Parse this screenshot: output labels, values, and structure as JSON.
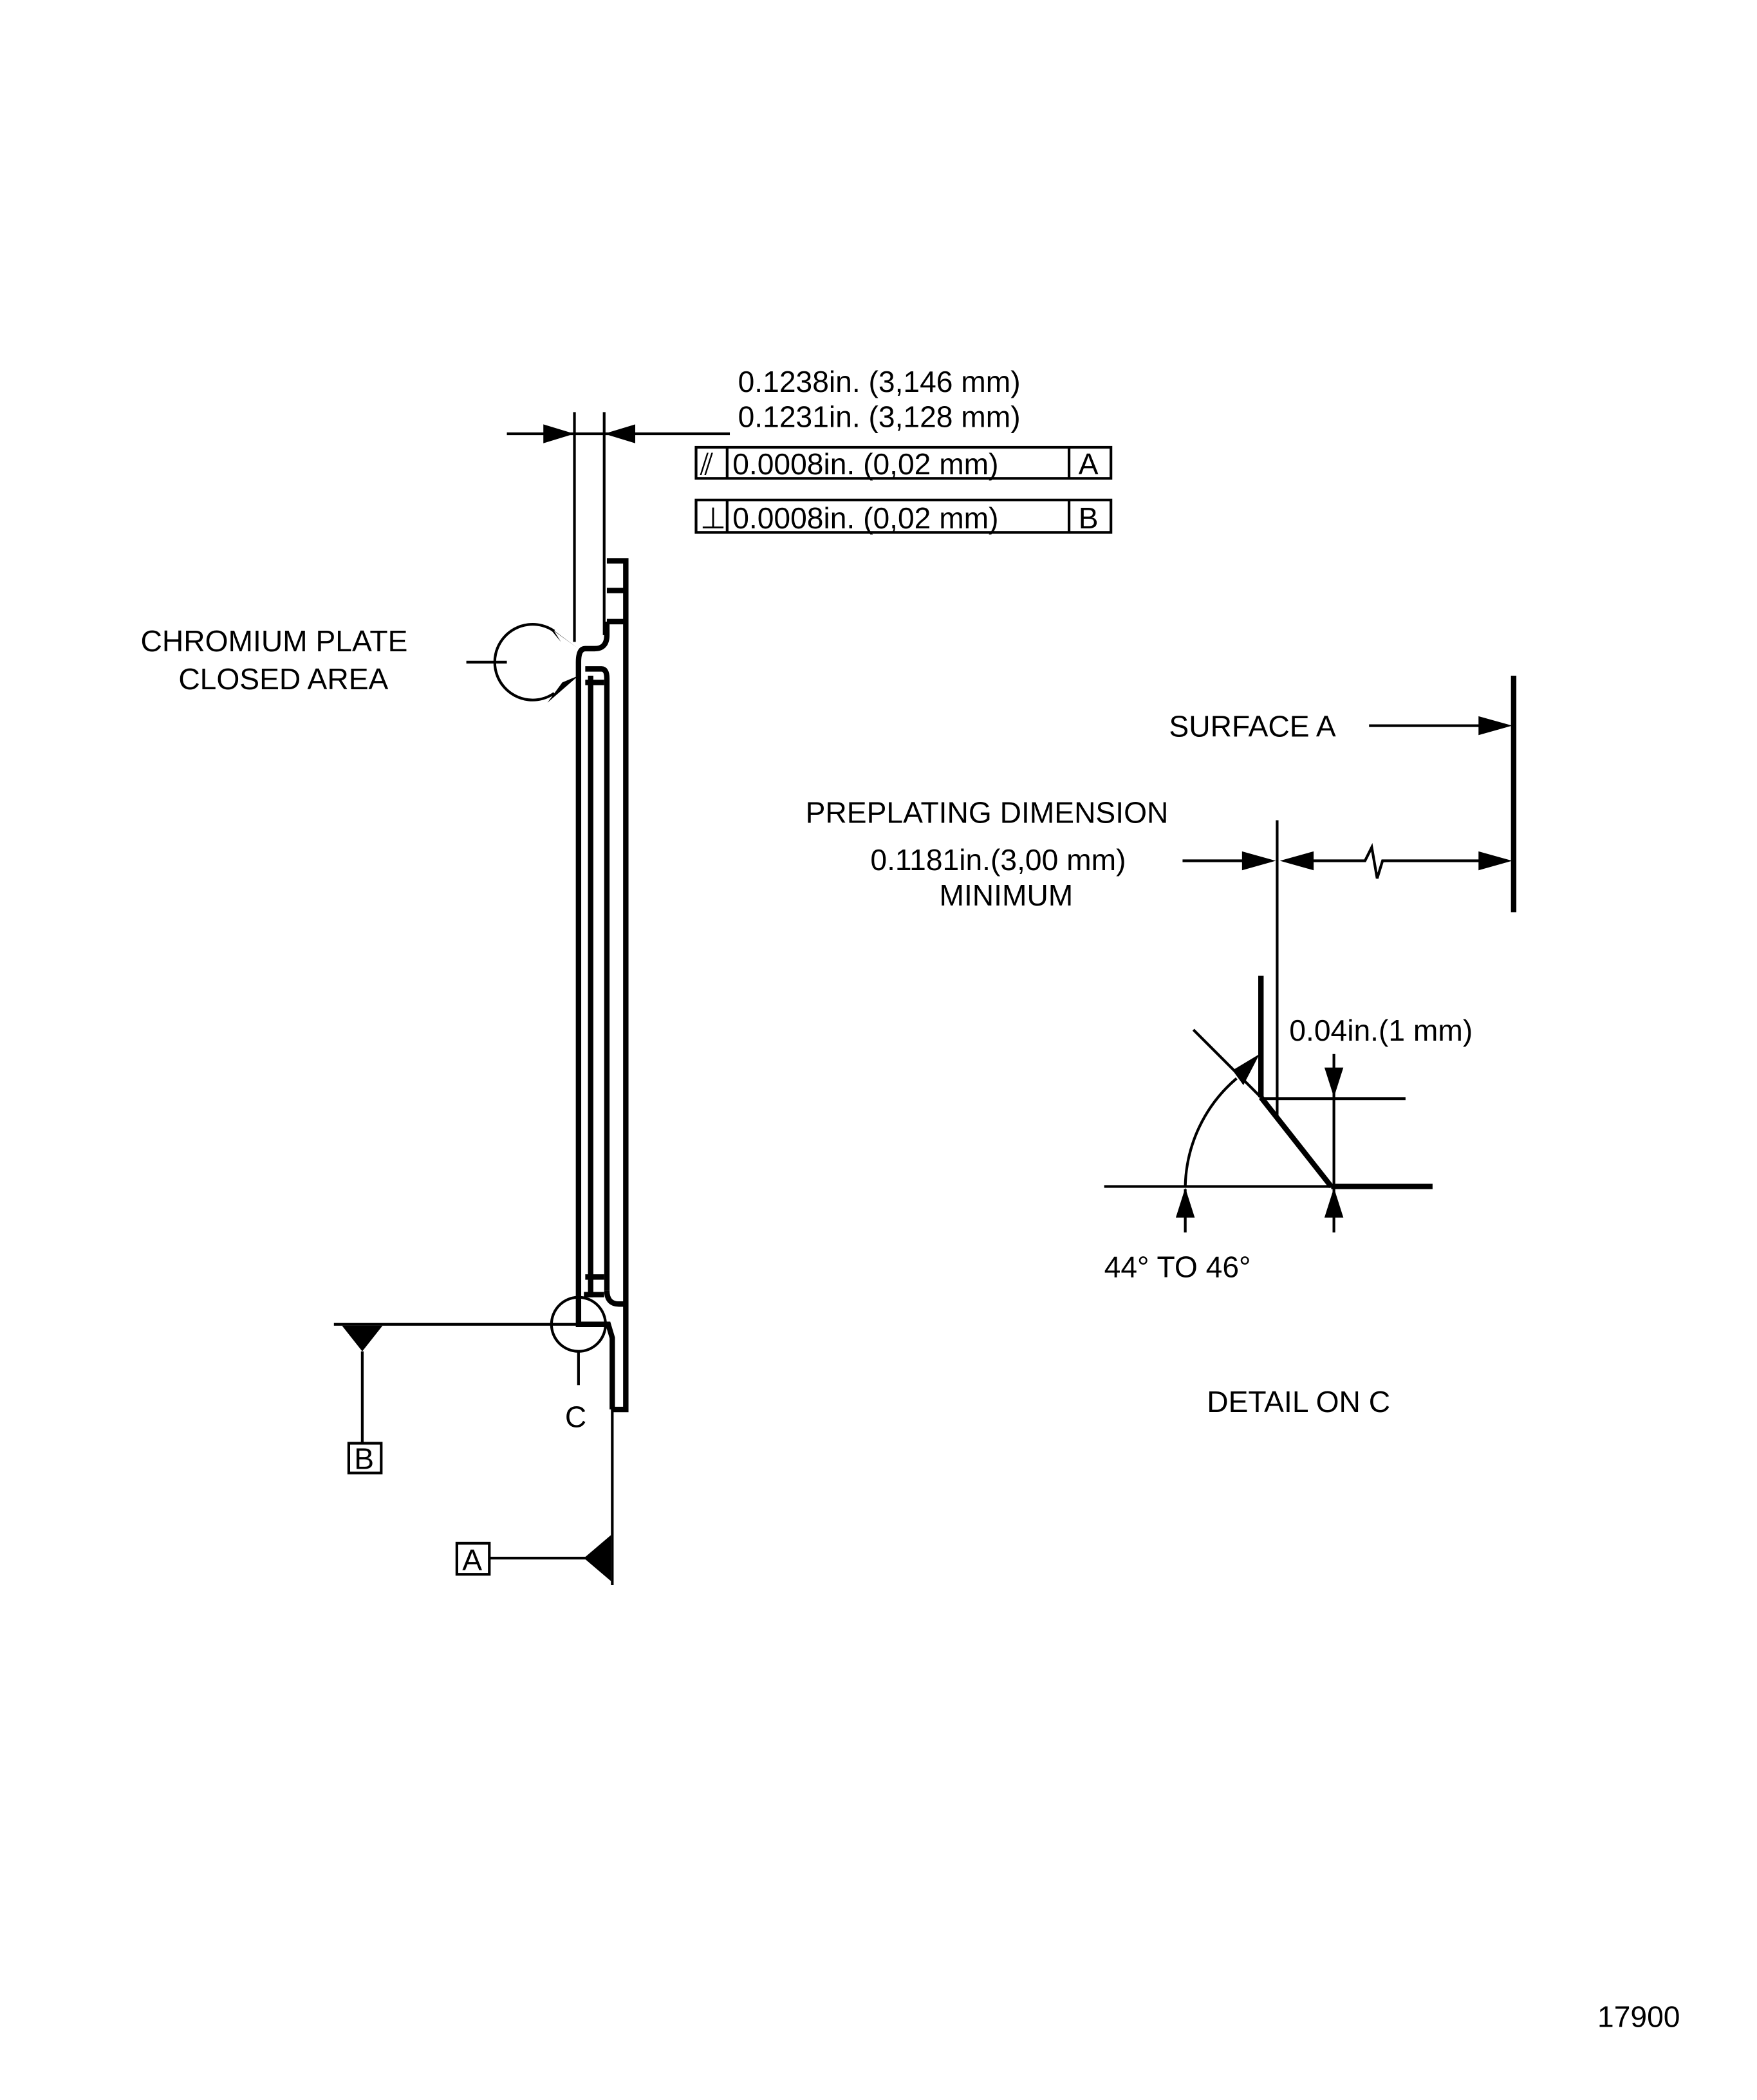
{
  "dimensions": {
    "max": "0.1238in. (3,146 mm)",
    "min": "0.1231in. (3,128 mm)"
  },
  "tolerances": [
    {
      "symbol": "⫽",
      "value": "0.0008in. (0,02 mm)",
      "datum": "A"
    },
    {
      "symbol": "⊥",
      "value": "0.0008in. (0,02 mm)",
      "datum": "B"
    }
  ],
  "labels": {
    "chromium_line1": "CHROMIUM PLATE",
    "chromium_line2": "CLOSED AREA",
    "surface_a": "SURFACE A",
    "preplating": "PREPLATING DIMENSION",
    "preplating_value": "0.1181in.(3,00 mm)",
    "preplating_min": "MINIMUM",
    "chamfer": "0.04in.(1 mm)",
    "angle": "44° TO 46°",
    "detail": "DETAIL ON C",
    "detail_ref": "C",
    "datum_a": "A",
    "datum_b": "B",
    "figure_number": "17900"
  }
}
